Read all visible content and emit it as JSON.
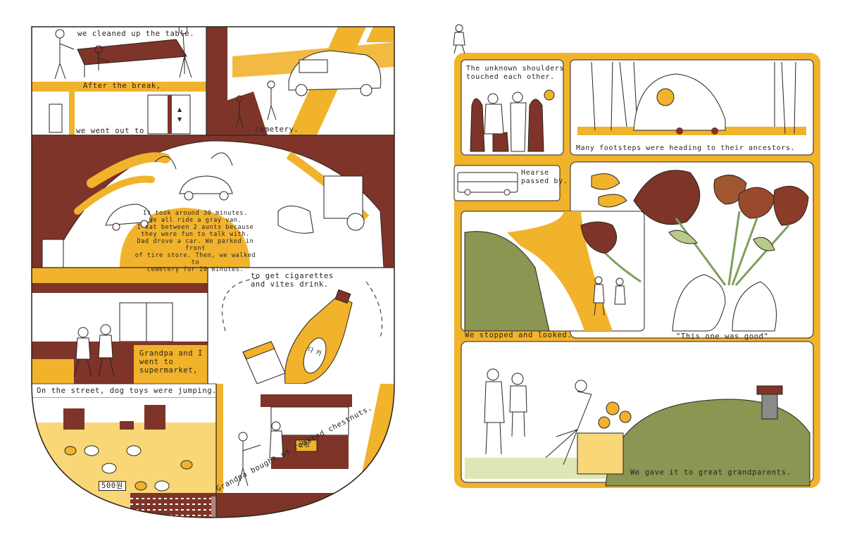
{
  "palette": {
    "mustard": "#f1b32c",
    "mustard_light": "#f9d777",
    "maroon": "#7e3428",
    "olive": "#8a9651",
    "ink": "#2a2320",
    "paper": "#ffffff"
  },
  "left_page": {
    "captions": {
      "cleaned_table": "we cleaned up the table.",
      "after_break": "After the break,",
      "went_out": "we went out to",
      "cemetery": "cemetery.",
      "van_ride": "It took around 30 minutes.\nWe all ride a gray van.\nI sat between 2 aunts because\nthey were fun to talk with.\nDad drove a car. We parked in front\nof tire store. Then, we walked to\ncemetery for 20 minutes.",
      "cigarettes": "to get cigarettes\nand vites drink.",
      "supermarket": "Grandpa and I\nwent to\nsupermarket,",
      "dog_toys": "On the street, dog toys were jumping.",
      "chestnuts": "Grandpa bought us roasted chestnuts.",
      "price_sign": "500원",
      "bottle_label": "다 카",
      "stall_sign": "군밤"
    }
  },
  "right_page": {
    "captions": {
      "shoulders": "The unknown shoulders\ntouched each other.",
      "footsteps": "Many footsteps were heading to their ancestors.",
      "hearse": "Hearse\npassed by.",
      "stopped": "We stopped and looked.",
      "this_one": "\"This one was good\"",
      "gave_it": "We gave it to great grandparents."
    }
  }
}
